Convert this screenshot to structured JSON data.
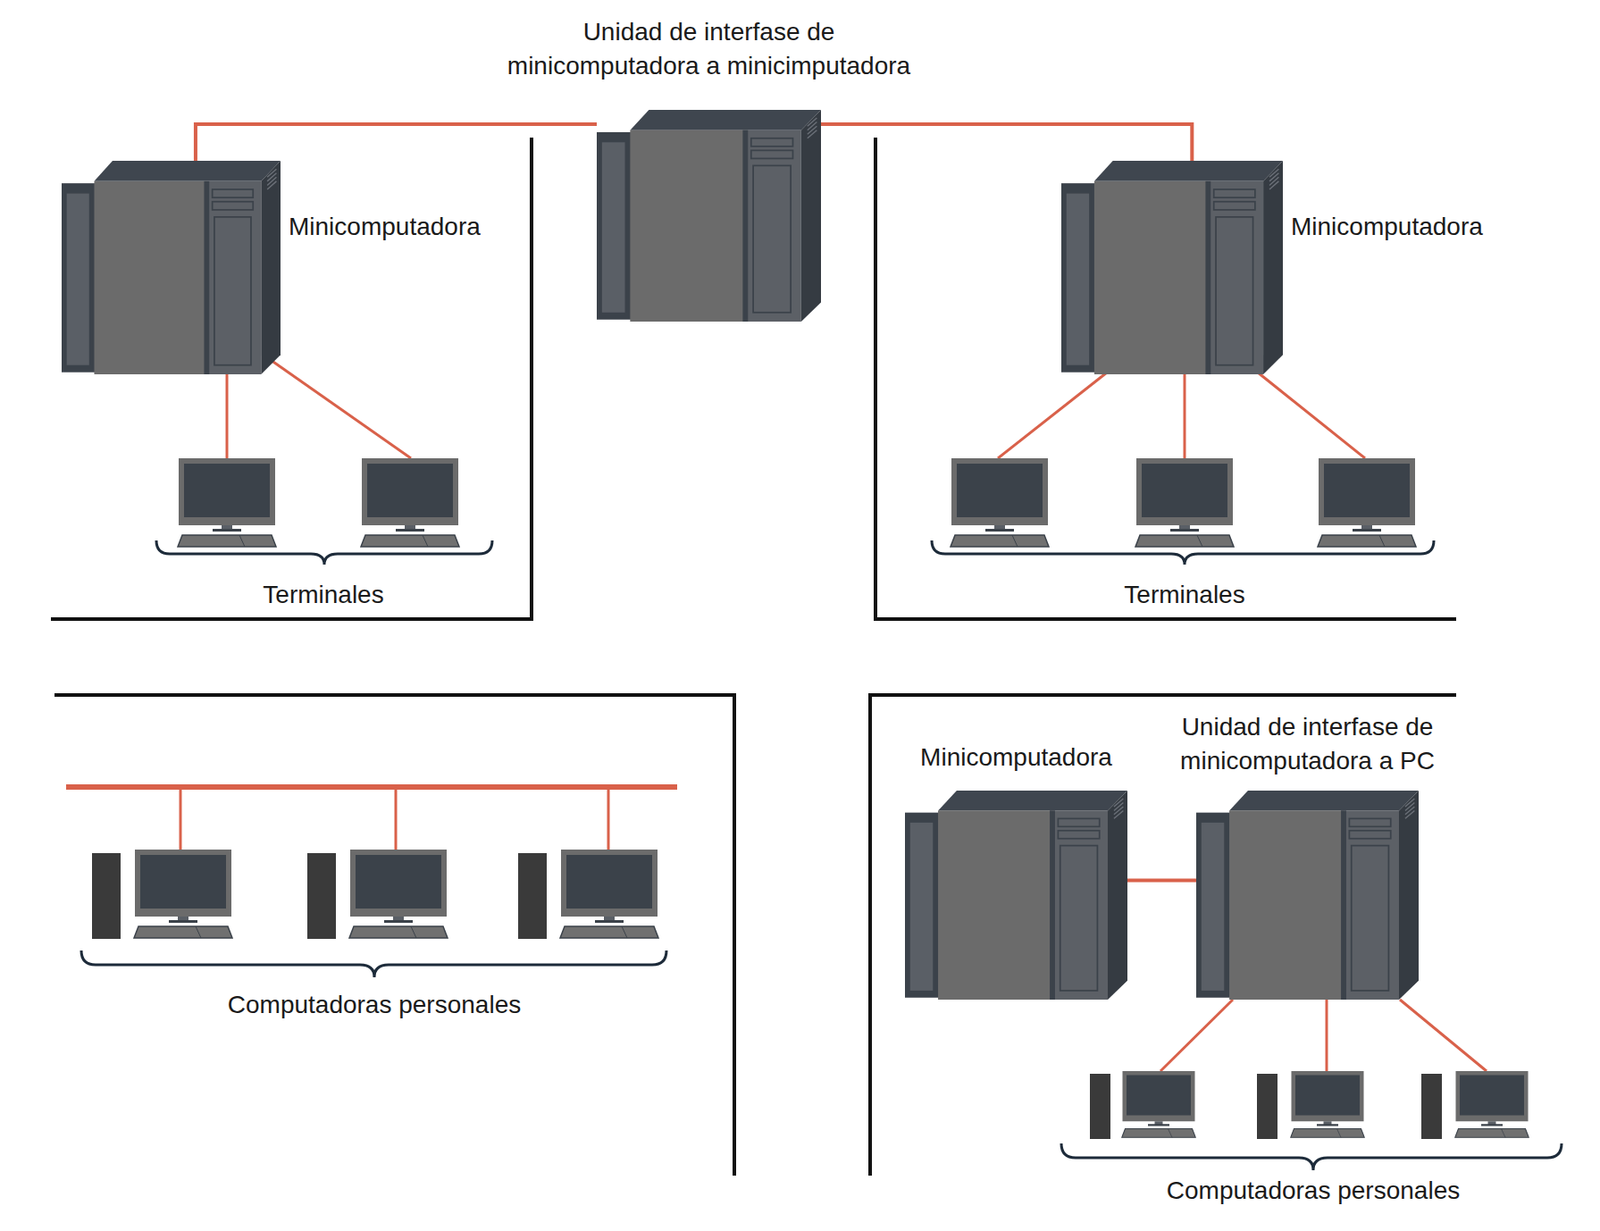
{
  "diagram": {
    "nodes": [
      {
        "text": [
          "Unidad de interfase de minicomputadora a minicimputadora"
        ]
      },
      {
        "text": [
          "Minicomputadora"
        ]
      },
      {
        "text": [
          "Minicomputadora"
        ]
      },
      {
        "text": [
          "Minicomputadora"
        ]
      },
      {
        "text": [
          "Unidad de interfase de minicomputadora a PC"
        ]
      }
    ],
    "edges": [
      {
        "from": 0,
        "to": 1,
        "arrow": "none"
      },
      {
        "from": 0,
        "to": 2,
        "arrow": "none"
      },
      {
        "from": 3,
        "to": 4,
        "arrow": "none"
      }
    ],
    "labels": [
      "Terminales",
      "Terminales",
      "Computadoras personales",
      "Computadoras personales"
    ]
  }
}
